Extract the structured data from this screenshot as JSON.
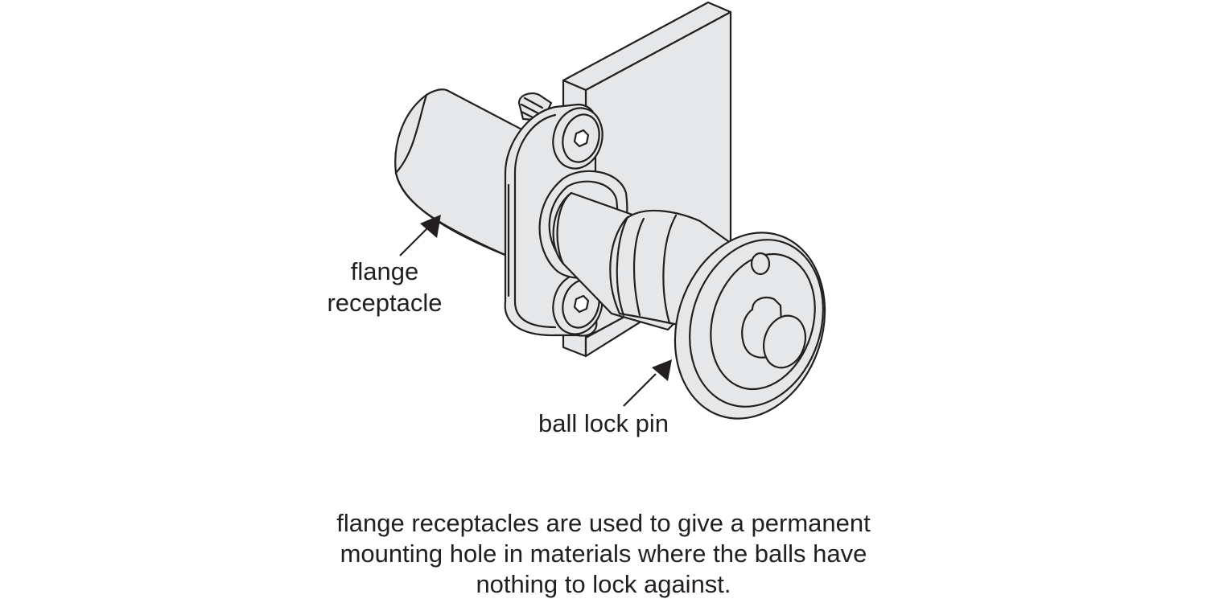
{
  "callouts": {
    "flange_receptacle": [
      "flange",
      "receptacle"
    ],
    "ball_lock_pin": "ball lock pin"
  },
  "caption": [
    "flange receptacles are used to give a permanent",
    "mounting hole in materials where the balls have",
    "nothing to lock against."
  ],
  "colors": {
    "stroke": "#231f20",
    "fill": "#e6e7e8",
    "background": "#ffffff"
  }
}
